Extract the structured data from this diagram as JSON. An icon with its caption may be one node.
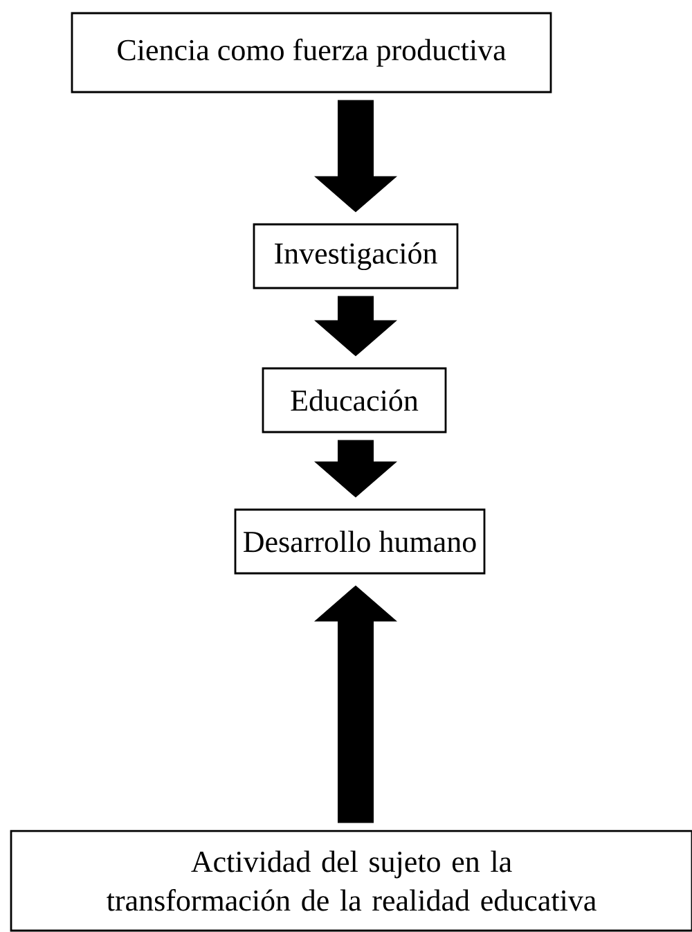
{
  "diagram": {
    "nodes": [
      {
        "text": [
          "Ciencia como fuerza productiva"
        ]
      },
      {
        "text": [
          "Investigación"
        ]
      },
      {
        "text": [
          "Educación"
        ]
      },
      {
        "text": [
          "Desarrollo humano"
        ]
      },
      {
        "text": [
          "Actividad del sujeto en la transformación de la realidad educativa"
        ]
      }
    ],
    "edges": [
      {
        "from": 0,
        "to": 1,
        "arrow": "to",
        "style": "thick"
      },
      {
        "from": 1,
        "to": 2,
        "arrow": "to",
        "style": "thick"
      },
      {
        "from": 2,
        "to": 3,
        "arrow": "to",
        "style": "thick"
      },
      {
        "from": 4,
        "to": 3,
        "arrow": "to",
        "style": "thick"
      }
    ]
  }
}
